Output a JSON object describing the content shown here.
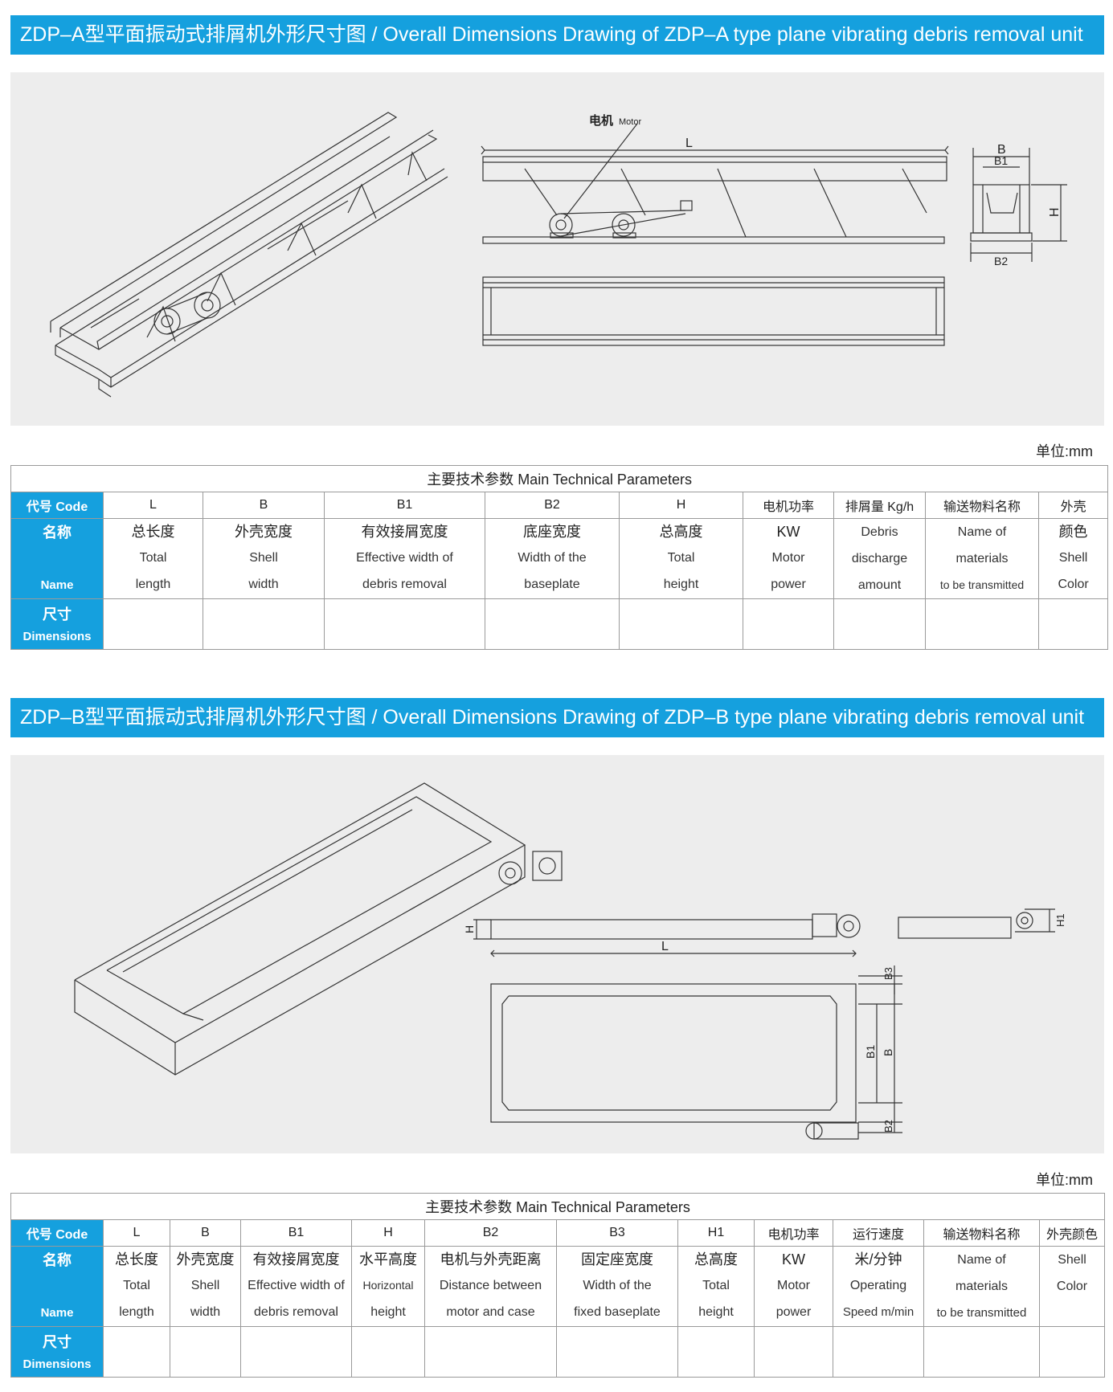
{
  "section_a": {
    "title": "ZDP–A型平面振动式排屑机外形尺寸图 / Overall Dimensions Drawing of ZDP–A type plane vibrating debris removal unit",
    "drawing_labels": {
      "motor_cn": "电机",
      "motor_en": "Motor",
      "L": "L",
      "B": "B",
      "B1": "B1",
      "B2": "B2",
      "H": "H"
    },
    "unit": "单位:mm",
    "table": {
      "caption": "主要技术参数  Main Technical Parameters",
      "code_label": "代号 Code",
      "name_label_cn": "名称",
      "name_label_en": "Name",
      "dim_label_cn": "尺寸",
      "dim_label_en": "Dimensions",
      "columns": [
        {
          "code": "L",
          "cn": "总长度",
          "en1": "Total",
          "en2": "length"
        },
        {
          "code": "B",
          "cn": "外壳宽度",
          "en1": "Shell",
          "en2": "width"
        },
        {
          "code": "B1",
          "cn": "有效接屑宽度",
          "en1": "Effective width of",
          "en2": "debris removal"
        },
        {
          "code": "B2",
          "cn": "底座宽度",
          "en1": "Width of the",
          "en2": "baseplate"
        },
        {
          "code": "H",
          "cn": "总高度",
          "en1": "Total",
          "en2": "height"
        },
        {
          "code": "电机功率",
          "cn": "KW",
          "en1": "Motor",
          "en2": "power"
        },
        {
          "code": "排屑量 Kg/h",
          "cn": "Debris",
          "en1": "discharge",
          "en2": "amount"
        },
        {
          "code": "输送物料名称",
          "cn": "Name of",
          "en1": "materials",
          "en2": "to be transmitted"
        },
        {
          "code": "外壳",
          "cn": "颜色",
          "en1": "Shell",
          "en2": "Color"
        }
      ]
    }
  },
  "section_b": {
    "title": "ZDP–B型平面振动式排屑机外形尺寸图 / Overall Dimensions Drawing of ZDP–B type plane vibrating debris removal unit",
    "drawing_labels": {
      "L": "L",
      "H": "H",
      "H1": "H1",
      "B": "B",
      "B1": "B1",
      "B2": "B2",
      "B3": "B3"
    },
    "unit": "单位:mm",
    "table": {
      "caption": "主要技术参数  Main Technical Parameters",
      "code_label": "代号 Code",
      "name_label_cn": "名称",
      "name_label_en": "Name",
      "dim_label_cn": "尺寸",
      "dim_label_en": "Dimensions",
      "columns": [
        {
          "code": "L",
          "cn": "总长度",
          "en1": "Total",
          "en2": "length"
        },
        {
          "code": "B",
          "cn": "外壳宽度",
          "en1": "Shell",
          "en2": "width"
        },
        {
          "code": "B1",
          "cn": "有效接屑宽度",
          "en1": "Effective width of",
          "en2": "debris removal"
        },
        {
          "code": "H",
          "cn": "水平高度",
          "en1": "Horizontal",
          "en2": "height"
        },
        {
          "code": "B2",
          "cn": "电机与外壳距离",
          "en1": "Distance between",
          "en2": "motor and case"
        },
        {
          "code": "B3",
          "cn": "固定座宽度",
          "en1": "Width of the",
          "en2": "fixed baseplate"
        },
        {
          "code": "H1",
          "cn": "总高度",
          "en1": "Total",
          "en2": "height"
        },
        {
          "code": "电机功率",
          "cn": "KW",
          "en1": "Motor",
          "en2": "power"
        },
        {
          "code": "运行速度",
          "cn": "米/分钟",
          "en1": "Operating",
          "en2": "Speed m/min"
        },
        {
          "code": "输送物料名称",
          "cn": "Name of",
          "en1": "materials",
          "en2": "to be transmitted"
        },
        {
          "code": "外壳颜色",
          "cn": "",
          "en1": "Shell",
          "en2": "Color"
        }
      ]
    }
  }
}
